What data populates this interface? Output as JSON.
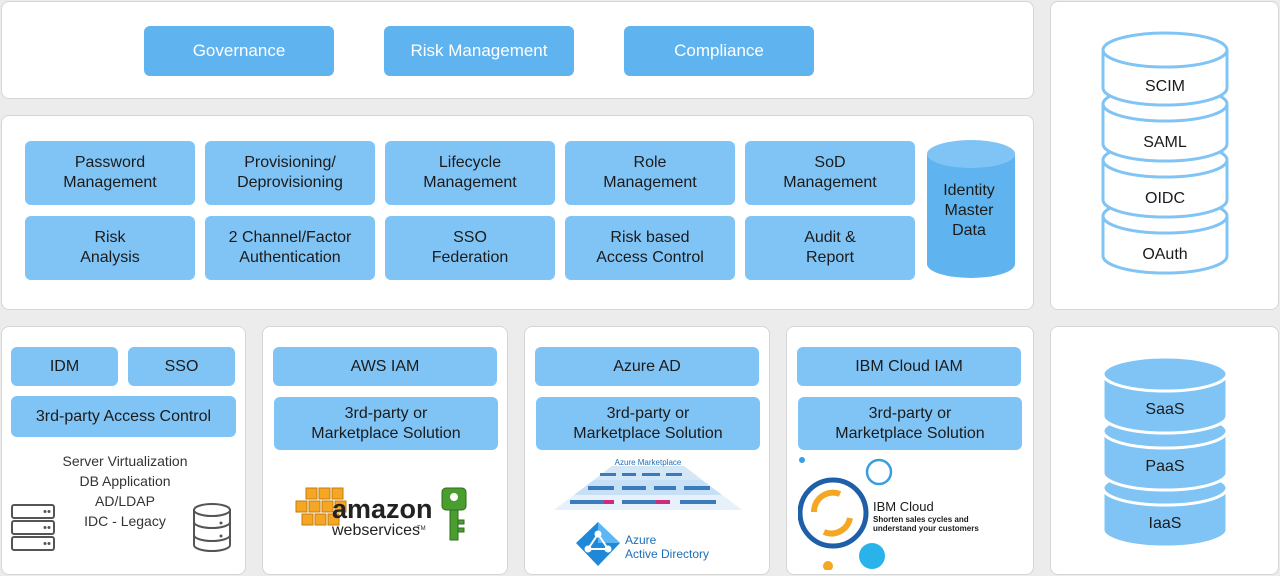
{
  "top": {
    "buttons": [
      "Governance",
      "Risk Management",
      "Compliance"
    ]
  },
  "functions": {
    "tiles": [
      "Password\nManagement",
      "Provisioning/\nDeprovisioning",
      "Lifecycle\nManagement",
      "Role\nManagement",
      "SoD\nManagement",
      "Risk\nAnalysis",
      "2 Channel/Factor\nAuthentication",
      "SSO\nFederation",
      "Risk based\nAccess Control",
      "Audit &\nReport"
    ],
    "identity_db": "Identity\nMaster\nData"
  },
  "protocols": [
    "SCIM",
    "SAML",
    "OIDC",
    "OAuth"
  ],
  "service_models": [
    "SaaS",
    "PaaS",
    "IaaS"
  ],
  "onprem": {
    "idm": "IDM",
    "sso": "SSO",
    "access_control": "3rd-party Access Control",
    "systems": "Server Virtualization\nDB Application\nAD/LDAP\nIDC - Legacy"
  },
  "clouds": [
    {
      "title": "AWS IAM",
      "solution": "3rd-party or\nMarketplace Solution"
    },
    {
      "title": "Azure AD",
      "solution": "3rd-party or\nMarketplace Solution"
    },
    {
      "title": "IBM Cloud IAM",
      "solution": "3rd-party or\nMarketplace Solution"
    }
  ],
  "logos": {
    "aws_line1": "amazon",
    "aws_line2": "webservices",
    "aws_tm": "TM",
    "azure_marketplace_title": "Azure Marketplace",
    "azure_ad_line1": "Azure",
    "azure_ad_line2": "Active Directory",
    "ibm_title": "IBM Cloud",
    "ibm_tagline_1": "Shorten sales cycles and",
    "ibm_tagline_2": "understand your customers"
  },
  "colors": {
    "button": "#5fb3ee",
    "tile": "#80c4f6",
    "panel": "#ffffff",
    "background": "#ececec"
  }
}
